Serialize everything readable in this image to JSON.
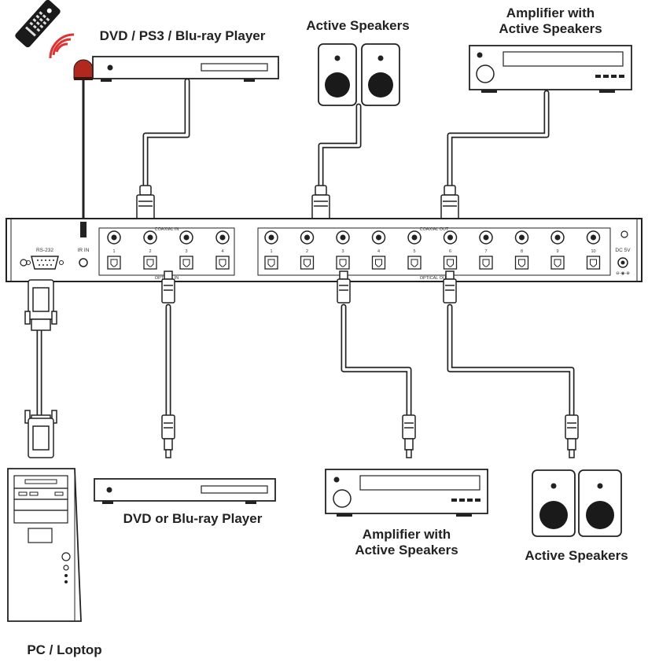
{
  "labels": {
    "dvd_top": "DVD / PS3 / Blu-ray Player",
    "active_speakers_top": "Active Speakers",
    "amp_top_line1": "Amplifier with",
    "amp_top_line2": "Active Speakers",
    "dvd_bottom": "DVD or Blu-ray Player",
    "amp_bottom_line1": "Amplifier with",
    "amp_bottom_line2": "Active Speakers",
    "active_speakers_bottom": "Active Speakers",
    "pc": "PC / Loptop"
  },
  "panel": {
    "rs232": "RS-232",
    "ir_in": "IR IN",
    "coaxial_in": "COAXIAL IN",
    "optical_in": "OPTICAL IN",
    "coaxial_out": "COAXIAL OUT",
    "optical_out": "OPTICAL OUT",
    "dc": "DC 5V",
    "in_ports": [
      "1",
      "2",
      "3",
      "4"
    ],
    "out_ports": [
      "1",
      "2",
      "3",
      "4",
      "5",
      "6",
      "7",
      "8",
      "9",
      "10"
    ]
  },
  "icons": [
    "remote-control-icon",
    "ir-sensor-icon",
    "dvd-player-icon",
    "speaker-icon",
    "amplifier-icon",
    "pc-tower-icon",
    "rca-plug-icon",
    "toslink-plug-icon",
    "db9-connector-icon"
  ]
}
